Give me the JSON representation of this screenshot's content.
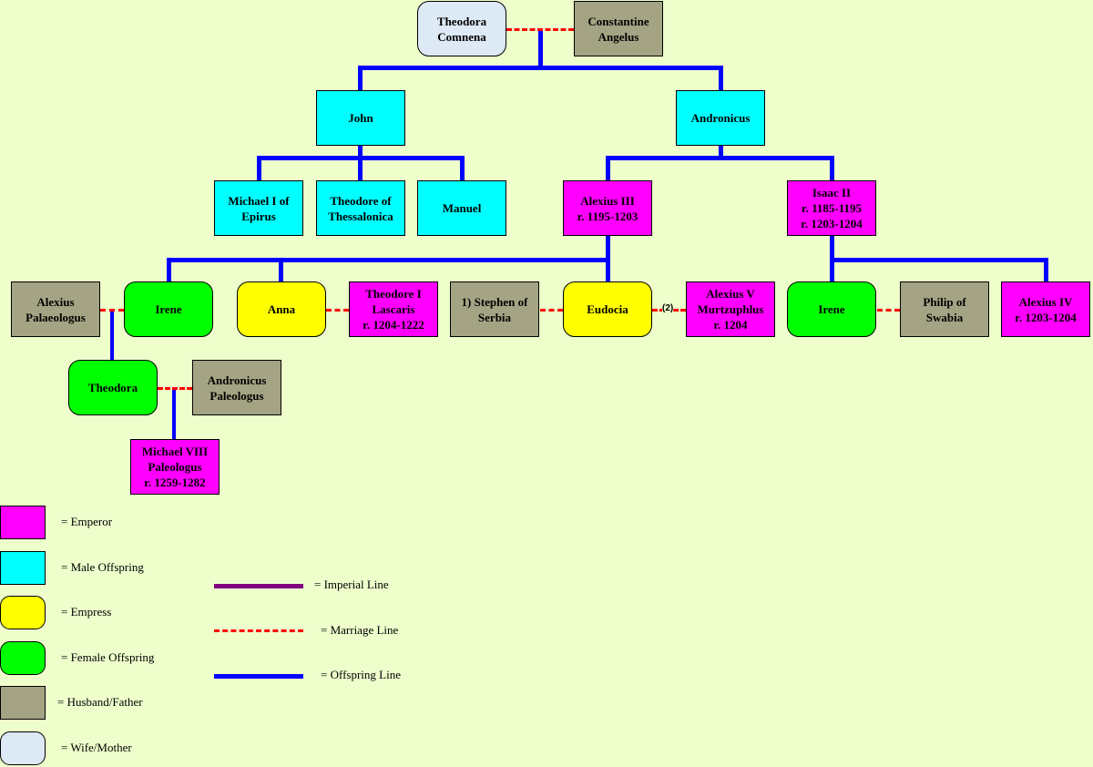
{
  "colors": {
    "background": "#eeffcc",
    "emperor": "#ff00ff",
    "male_offspring": "#00ffff",
    "empress": "#ffff00",
    "female_offspring": "#00ff00",
    "husband_father": "#a4a484",
    "wife_mother": "#dde9f5",
    "imperial_line": "#800080",
    "marriage_line": "#ff0000",
    "offspring_line": "#0000ff"
  },
  "nodes": [
    {
      "id": "theodora-comnena",
      "label": "Theodora\nComnena",
      "type": "wife_mother"
    },
    {
      "id": "constantine-angelus",
      "label": "Constantine\nAngelus",
      "type": "husband_father"
    },
    {
      "id": "john",
      "label": "John",
      "type": "male_offspring"
    },
    {
      "id": "andronicus",
      "label": "Andronicus",
      "type": "male_offspring"
    },
    {
      "id": "michael-i",
      "label": "Michael I of\nEpirus",
      "type": "male_offspring"
    },
    {
      "id": "theodore-thessalonica",
      "label": "Theodore of\nThessalonica",
      "type": "male_offspring"
    },
    {
      "id": "manuel",
      "label": "Manuel",
      "type": "male_offspring"
    },
    {
      "id": "alexius-iii",
      "label": "Alexius III\nr. 1195-1203",
      "type": "emperor"
    },
    {
      "id": "isaac-ii",
      "label": "Isaac II\nr. 1185-1195\nr. 1203-1204",
      "type": "emperor"
    },
    {
      "id": "alexius-palaeologus",
      "label": "Alexius\nPalaeologus",
      "type": "husband_father"
    },
    {
      "id": "irene-1",
      "label": "Irene",
      "type": "female_offspring"
    },
    {
      "id": "anna",
      "label": "Anna",
      "type": "empress"
    },
    {
      "id": "theodore-i",
      "label": "Theodore I\nLascaris\nr. 1204-1222",
      "type": "emperor"
    },
    {
      "id": "stephen",
      "label": "1) Stephen of\nSerbia",
      "type": "husband_father"
    },
    {
      "id": "eudocia",
      "label": "Eudocia",
      "type": "empress"
    },
    {
      "id": "alexius-v",
      "label": "Alexius V\nMurtzuphlus\nr. 1204",
      "type": "emperor"
    },
    {
      "id": "irene-2",
      "label": "Irene",
      "type": "female_offspring"
    },
    {
      "id": "philip",
      "label": "Philip of\nSwabia",
      "type": "husband_father"
    },
    {
      "id": "alexius-iv",
      "label": "Alexius IV\nr. 1203-1204",
      "type": "emperor"
    },
    {
      "id": "theodora",
      "label": "Theodora",
      "type": "female_offspring"
    },
    {
      "id": "andronicus-paleologus",
      "label": "Andronicus\nPaleologus",
      "type": "husband_father"
    },
    {
      "id": "michael-viii",
      "label": "Michael VIII\nPaleologus\nr. 1259-1282",
      "type": "emperor"
    }
  ],
  "second_marriage_note": "(2)",
  "legend": {
    "boxes": [
      {
        "type": "emperor",
        "label": "= Emperor"
      },
      {
        "type": "male_offspring",
        "label": "= Male Offspring"
      },
      {
        "type": "empress",
        "label": "= Empress"
      },
      {
        "type": "female_offspring",
        "label": "= Female Offspring"
      },
      {
        "type": "husband_father",
        "label": "= Husband/Father"
      },
      {
        "type": "wife_mother",
        "label": "= Wife/Mother"
      }
    ],
    "lines": [
      {
        "type": "imperial_line",
        "label": "= Imperial Line"
      },
      {
        "type": "marriage_line",
        "label": "= Marriage Line"
      },
      {
        "type": "offspring_line",
        "label": "= Offspring Line"
      }
    ]
  }
}
